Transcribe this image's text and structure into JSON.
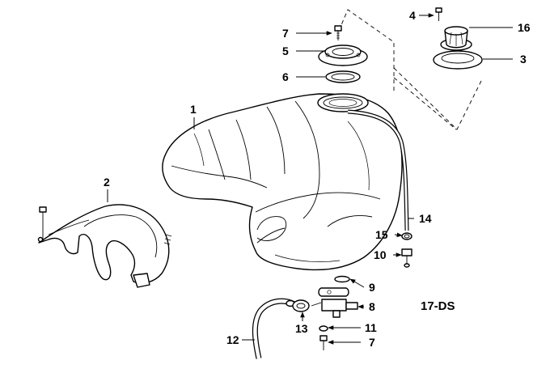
{
  "diagram": {
    "code": "17-DS",
    "callouts": {
      "tank": "1",
      "cover": "2",
      "ring": "3",
      "screw_top": "4",
      "flange": "5",
      "seal": "6",
      "screw_flange": "7",
      "tap": "8",
      "oring": "9",
      "valve": "10",
      "washer": "11",
      "hose": "12",
      "clamp_tap": "13",
      "vent_hose": "14",
      "clamp_vent": "15",
      "cap": "16",
      "screw_bottom": "7"
    }
  }
}
